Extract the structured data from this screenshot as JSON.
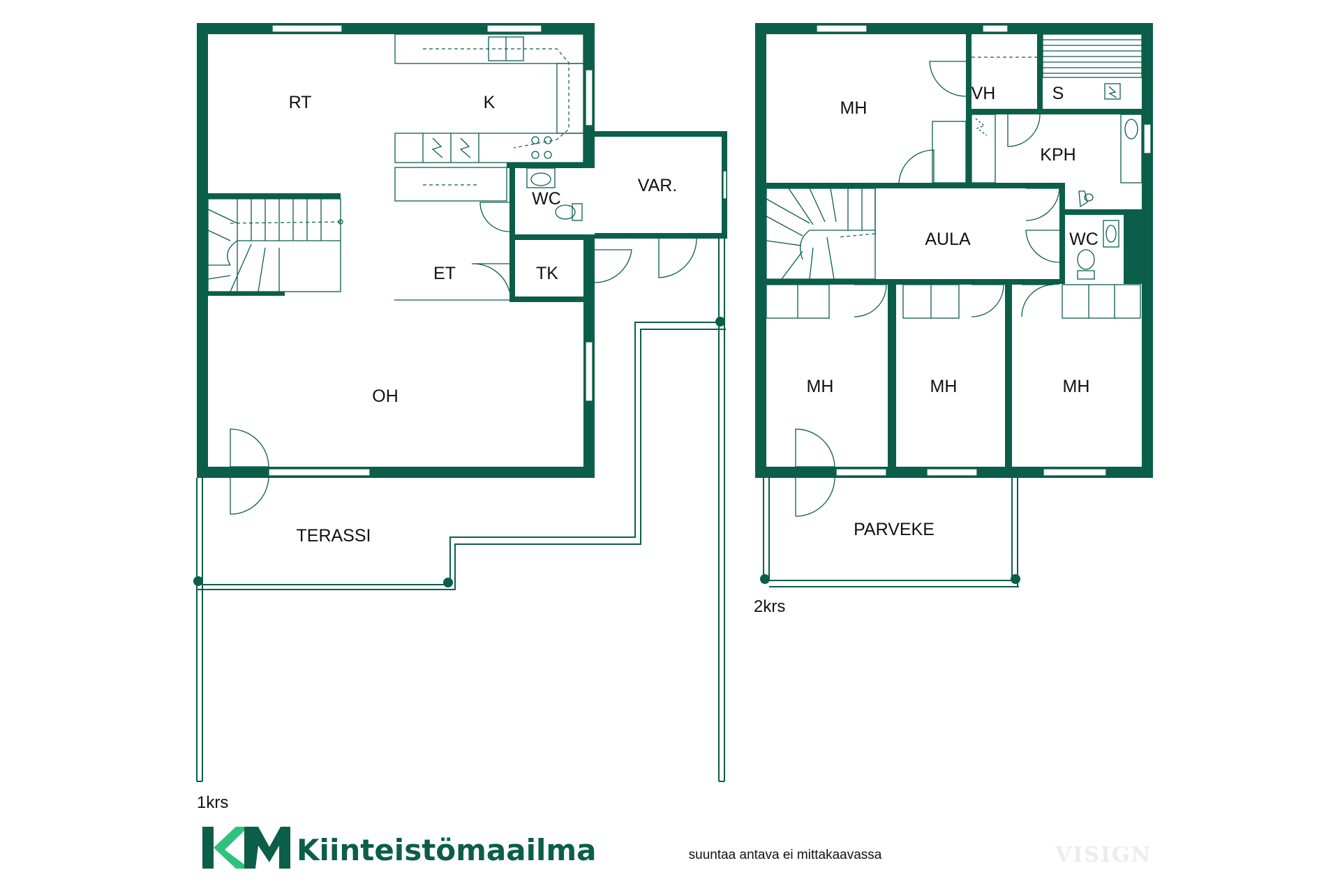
{
  "floor_plan": {
    "ground_floor": {
      "label": "1krs",
      "rooms": {
        "rt": "RT",
        "k": "K",
        "wc": "WC",
        "var": "VAR.",
        "et": "ET",
        "tk": "TK",
        "oh": "OH",
        "terassi": "TERASSI"
      }
    },
    "upper_floor": {
      "label": "2krs",
      "rooms": {
        "mh1": "MH",
        "vh": "VH",
        "s": "S",
        "kph": "KPH",
        "aula": "AULA",
        "wc": "WC",
        "mh2": "MH",
        "mh3": "MH",
        "mh4": "MH",
        "parveke": "PARVEKE"
      }
    }
  },
  "footer": {
    "logo_mark": "KM",
    "logo_name": "Kiinteistömaailma",
    "note": "suuntaa antava ei mittakaavassa",
    "watermark": "VISIGN"
  },
  "colors": {
    "wall": "#0b5e49",
    "logo_dark": "#0b5e49",
    "logo_light": "#2ec27e"
  }
}
